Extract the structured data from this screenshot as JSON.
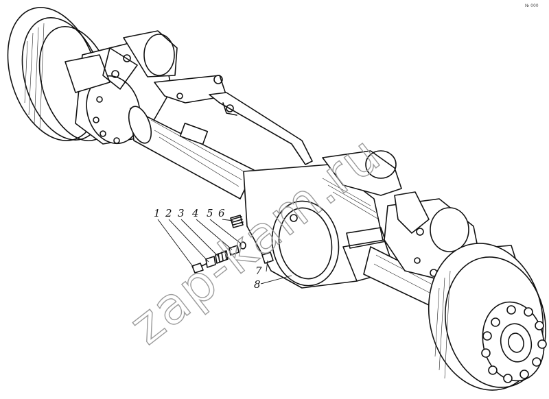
{
  "figure": {
    "corner_mark": "№ 000",
    "watermark": "zap-kam.ru"
  },
  "callouts": [
    {
      "id": "1",
      "label": "1"
    },
    {
      "id": "2",
      "label": "2"
    },
    {
      "id": "3",
      "label": "3"
    },
    {
      "id": "4",
      "label": "4"
    },
    {
      "id": "5",
      "label": "5"
    },
    {
      "id": "6",
      "label": "6"
    },
    {
      "id": "7",
      "label": "7"
    },
    {
      "id": "8",
      "label": "8"
    }
  ]
}
